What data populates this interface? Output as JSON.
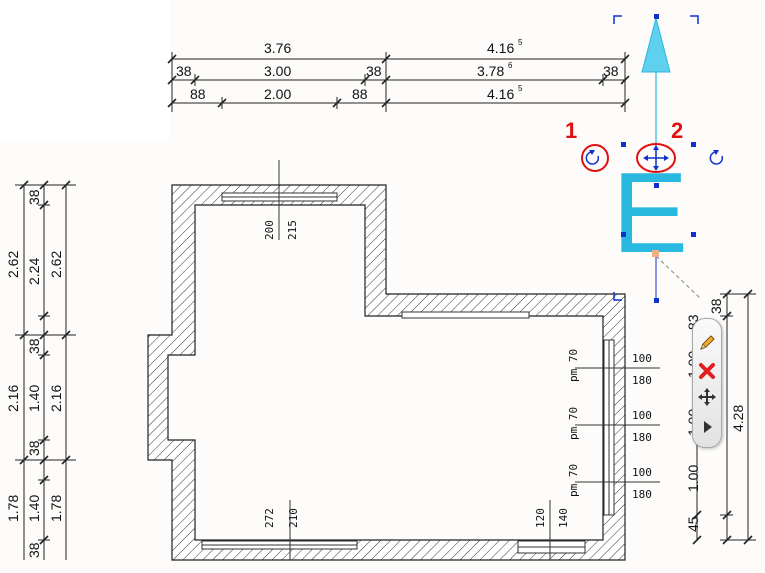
{
  "colors": {
    "accent": "#28b8e0",
    "handle": "#1030d0",
    "annotation": "#e01010",
    "wall_line": "#222222"
  },
  "icons": {
    "rotate": "rotate-icon",
    "move": "move-icon",
    "edit": "pencil-icon",
    "delete": "delete-icon",
    "expand": "expand-arrow-icon"
  },
  "annotations": {
    "marker_1": "1",
    "marker_2": "2"
  },
  "north_arrow": {
    "letter": "E"
  },
  "dimensions": {
    "top_row1": {
      "a": "3.76",
      "b": "4.16",
      "b_sup": "5"
    },
    "top_row2": {
      "a": "38",
      "b": "3.00",
      "c": "38",
      "d": "3.78",
      "d_sup": "6",
      "e": "38"
    },
    "top_row3": {
      "a": "88",
      "b": "2.00",
      "c": "88",
      "d": "4.16",
      "d_sup": "5"
    },
    "left_outer": [
      "2.62",
      "2.16",
      "1.78"
    ],
    "left_mid": [
      "38",
      "2.24",
      "38",
      "1.40",
      "38",
      "1.40",
      "38"
    ],
    "left_inner": [
      "2.62",
      "2.16",
      "1.78"
    ],
    "right_mid": [
      "38",
      "83",
      "1.00",
      "1.00",
      "1.00",
      "45"
    ],
    "right_total": "4.28"
  },
  "openings": {
    "top_window": {
      "w": "200",
      "h": "215"
    },
    "bottom_window": {
      "w": "272",
      "h": "210"
    },
    "bottom_door": {
      "w": "120",
      "h": "140"
    },
    "right_windows": [
      {
        "label": "pm 70",
        "w": "100",
        "h": "180"
      },
      {
        "label": "pm 70",
        "w": "100",
        "h": "180"
      },
      {
        "label": "pm 70",
        "w": "100",
        "h": "180"
      }
    ]
  }
}
